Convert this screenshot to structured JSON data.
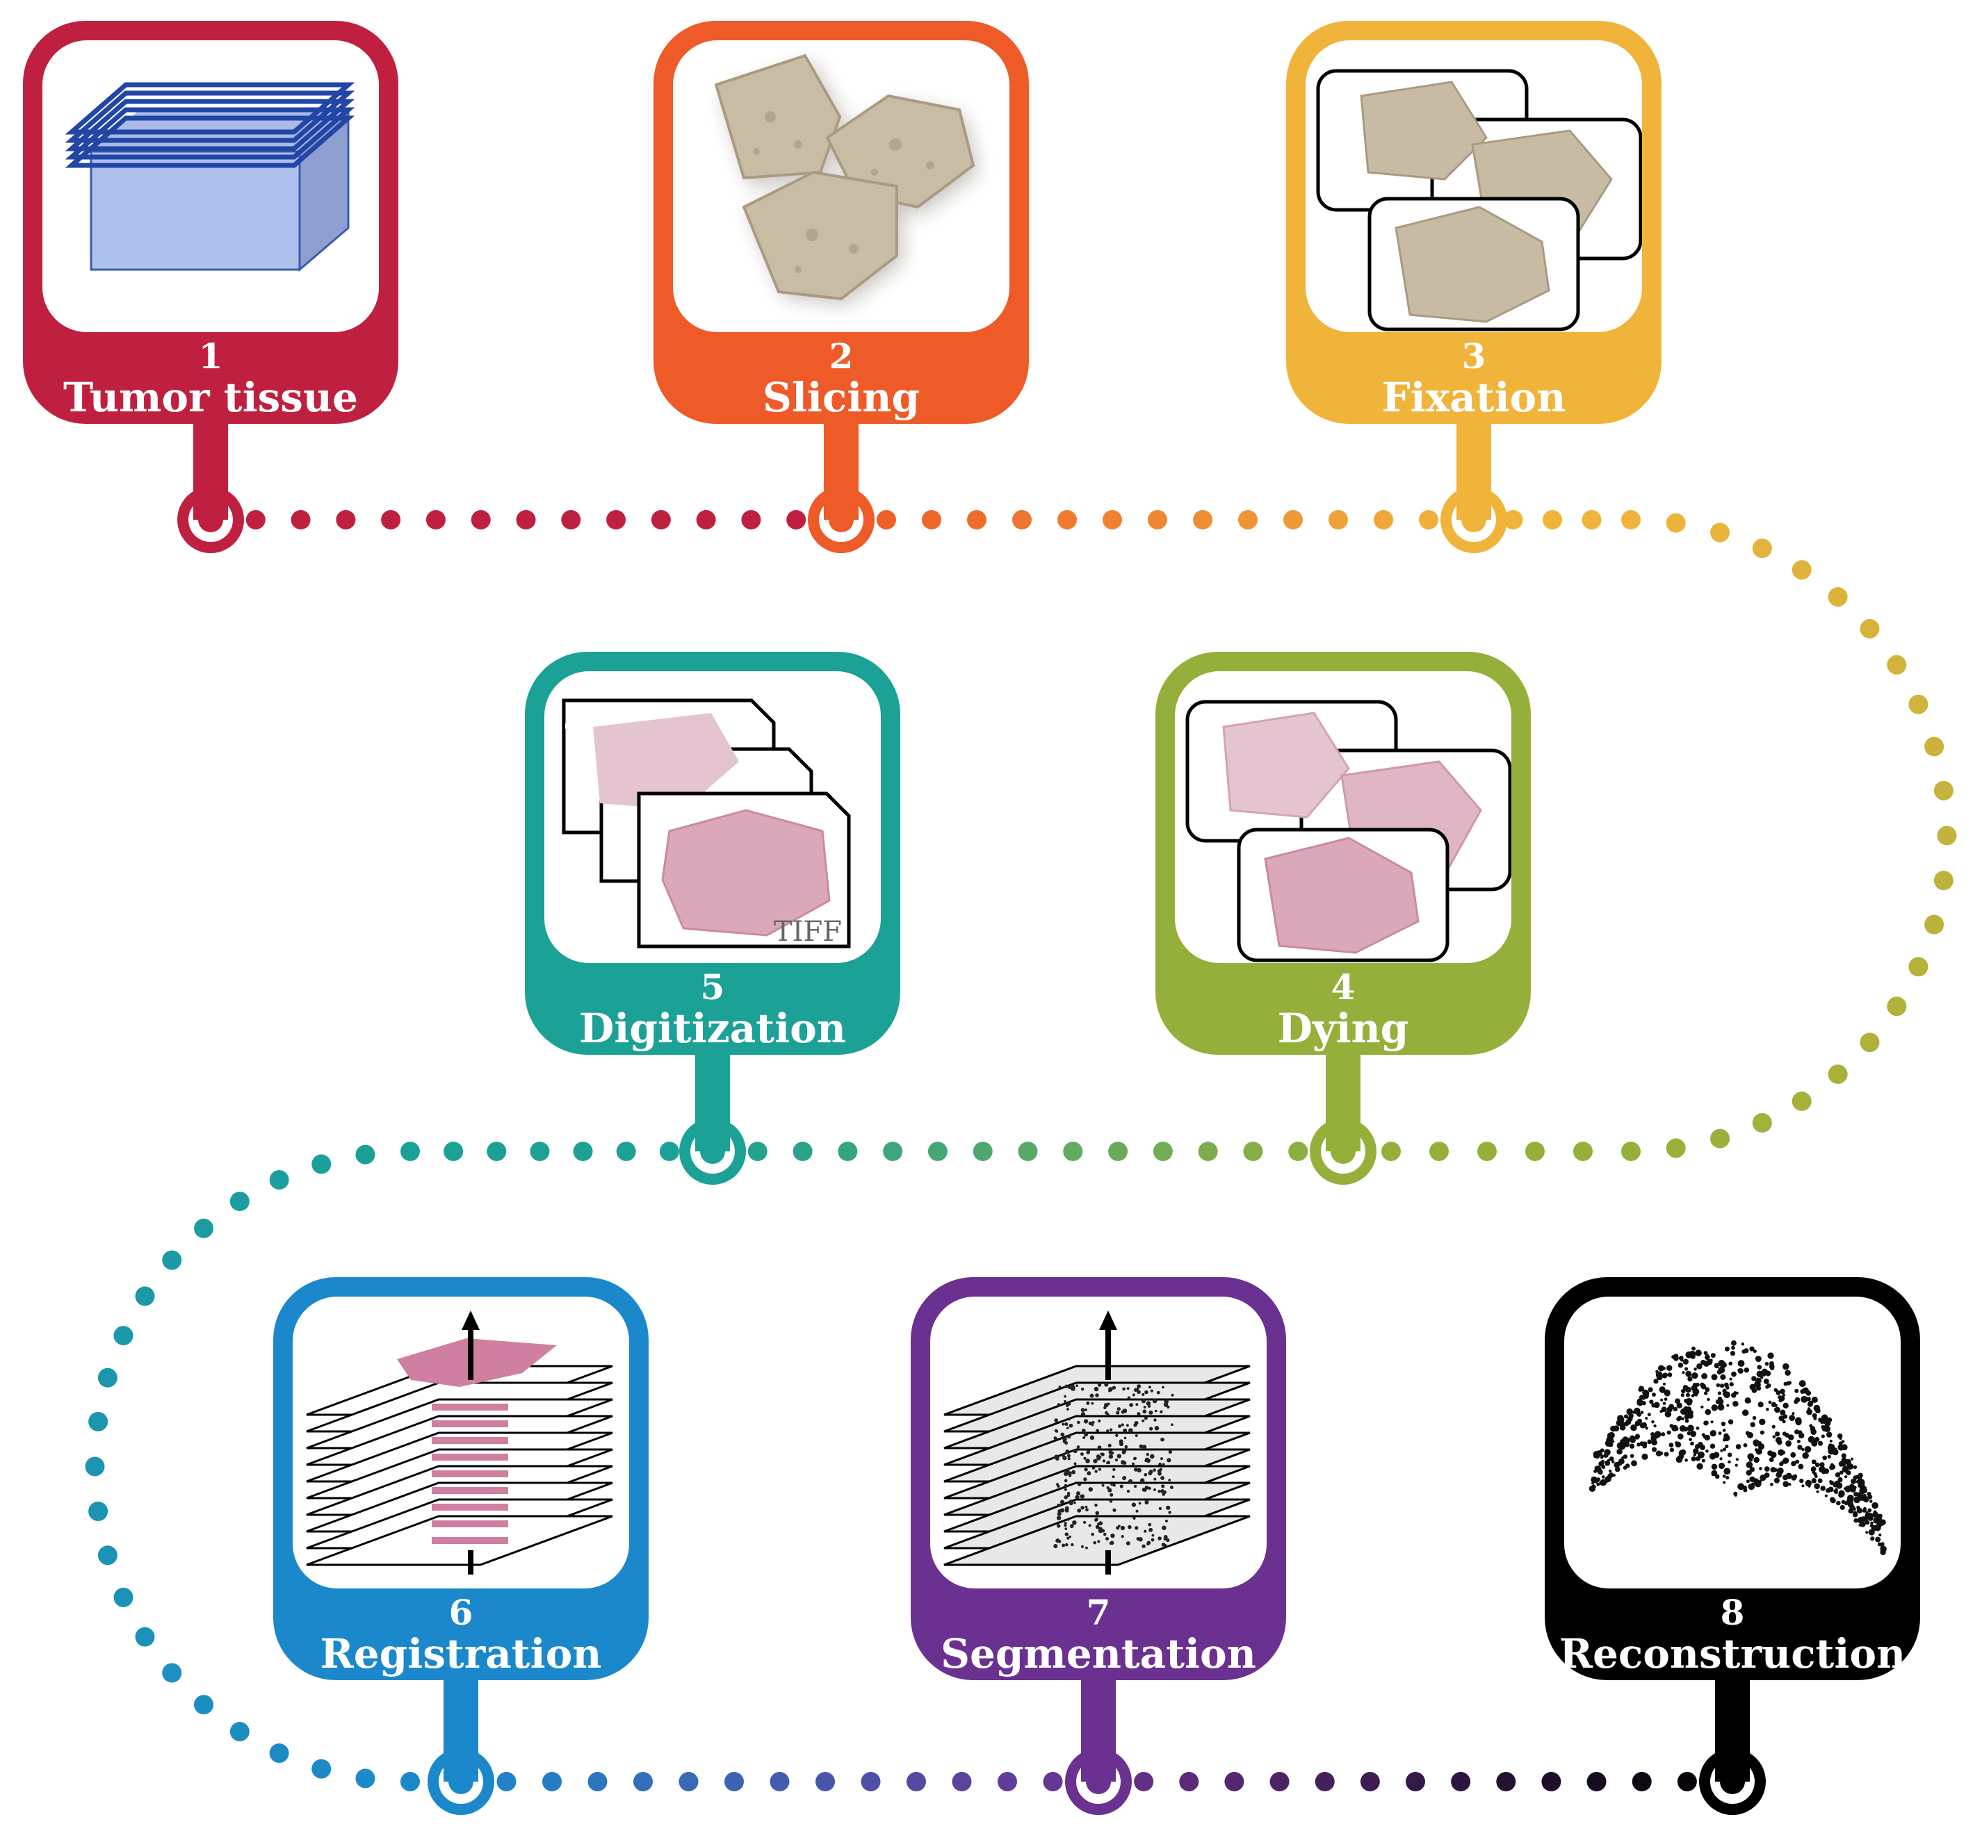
{
  "steps": [
    {
      "number": "1",
      "label": "Tumor tissue",
      "color": "#c0203f",
      "icon": "tissue-block-icon"
    },
    {
      "number": "2",
      "label": "Slicing",
      "color": "#ee5a28",
      "icon": "tissue-slices-icon"
    },
    {
      "number": "3",
      "label": "Fixation",
      "color": "#f0b43b",
      "icon": "fixed-slides-icon"
    },
    {
      "number": "4",
      "label": "Dying",
      "color": "#95b03a",
      "icon": "stained-slides-icon"
    },
    {
      "number": "5",
      "label": "Digitization",
      "color": "#1ba196",
      "icon": "digitized-files-icon",
      "file_tag": "TIFF"
    },
    {
      "number": "6",
      "label": "Registration",
      "color": "#1b88cc",
      "icon": "registered-stack-icon"
    },
    {
      "number": "7",
      "label": "Segmentation",
      "color": "#6a3190",
      "icon": "segmented-stack-icon"
    },
    {
      "number": "8",
      "label": "Reconstruction",
      "color": "#000000",
      "icon": "3d-reconstruction-icon"
    }
  ]
}
